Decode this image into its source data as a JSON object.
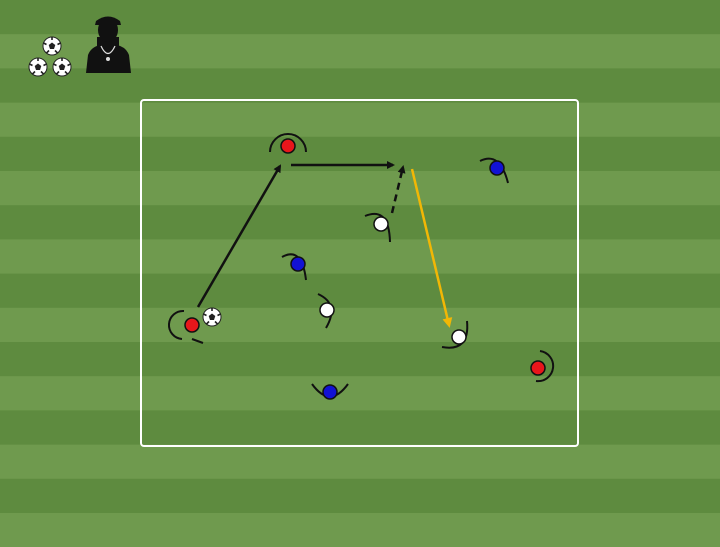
{
  "colors": {
    "stripe_dark": "#5e8b3f",
    "stripe_light": "#6f9a4e",
    "boundary": "#ffffff",
    "red_team": "#e8161b",
    "blue_team": "#1212d4",
    "neutral": "#ffffff",
    "pass_arrow": "#111111",
    "highlight_pass": "#f2b705",
    "coach": "#111111"
  },
  "icons": {
    "ball_pile": "soccer-balls-icon",
    "coach": "coach-with-whistle-icon",
    "ball": "soccer-ball-icon"
  },
  "players": [
    {
      "team": "red"
    },
    {
      "team": "red"
    },
    {
      "team": "red"
    },
    {
      "team": "blue"
    },
    {
      "team": "blue"
    },
    {
      "team": "blue"
    },
    {
      "team": "neutral"
    },
    {
      "team": "neutral"
    },
    {
      "team": "neutral"
    }
  ],
  "passes": [
    {
      "type": "pass",
      "color": "black"
    },
    {
      "type": "pass",
      "color": "black"
    },
    {
      "type": "run",
      "color": "black"
    },
    {
      "type": "pass",
      "color": "yellow"
    }
  ]
}
